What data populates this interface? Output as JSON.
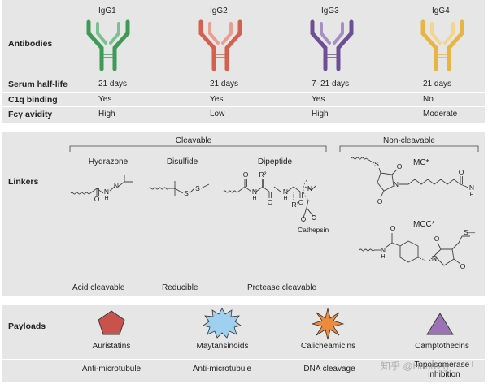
{
  "antibodies": {
    "row_label": "Antibodies",
    "isotypes": [
      {
        "name": "IgG1",
        "color": "#3f9a57",
        "light": "#7cc08f",
        "serum_half_life": "21 days",
        "c1q_binding": "Yes",
        "fc_avidity": "High"
      },
      {
        "name": "IgG2",
        "color": "#d4604f",
        "light": "#ea9d90",
        "serum_half_life": "21 days",
        "c1q_binding": "Yes",
        "fc_avidity": "Low"
      },
      {
        "name": "IgG3",
        "color": "#6e4f95",
        "light": "#a58fc4",
        "serum_half_life": "7–21 days",
        "c1q_binding": "Yes",
        "fc_avidity": "High"
      },
      {
        "name": "IgG4",
        "color": "#e9b542",
        "light": "#f4d58f",
        "serum_half_life": "21 days",
        "c1q_binding": "No",
        "fc_avidity": "Moderate"
      }
    ],
    "property_labels": {
      "serum_half_life": "Serum half-life",
      "c1q_binding": "C1q binding",
      "fc_avidity": "Fcγ avidity"
    }
  },
  "linkers": {
    "row_label": "Linkers",
    "cleavable": {
      "header": "Cleavable",
      "types": [
        {
          "name": "Hydrazone",
          "mechanism": "Acid cleavable"
        },
        {
          "name": "Disulfide",
          "mechanism": "Reducible"
        },
        {
          "name": "Dipeptide",
          "mechanism": "Protease cleavable"
        }
      ],
      "enzyme_label": "Cathepsin"
    },
    "non_cleavable": {
      "header": "Non-cleavable",
      "types": [
        {
          "name": "MC*"
        },
        {
          "name": "MCC*"
        }
      ]
    },
    "atoms": {
      "N": "N",
      "H": "H",
      "S": "S",
      "O": "O",
      "R1": "R¹",
      "R2": "R²",
      "S_dash": "S—"
    }
  },
  "payloads": {
    "row_label": "Payloads",
    "items": [
      {
        "name": "Auristatins",
        "target": "Anti-microtubule",
        "color": "#c9534c"
      },
      {
        "name": "Maytansinoids",
        "target": "Anti-microtubule",
        "color": "#9fd0ef"
      },
      {
        "name": "Calicheamicins",
        "target": "DNA cleavage",
        "color": "#ee8a3d"
      },
      {
        "name": "Camptothecins",
        "target": "Topoisomerase I inhibition",
        "color": "#9b73b5"
      }
    ]
  },
  "watermark": "知乎 @Headvig"
}
